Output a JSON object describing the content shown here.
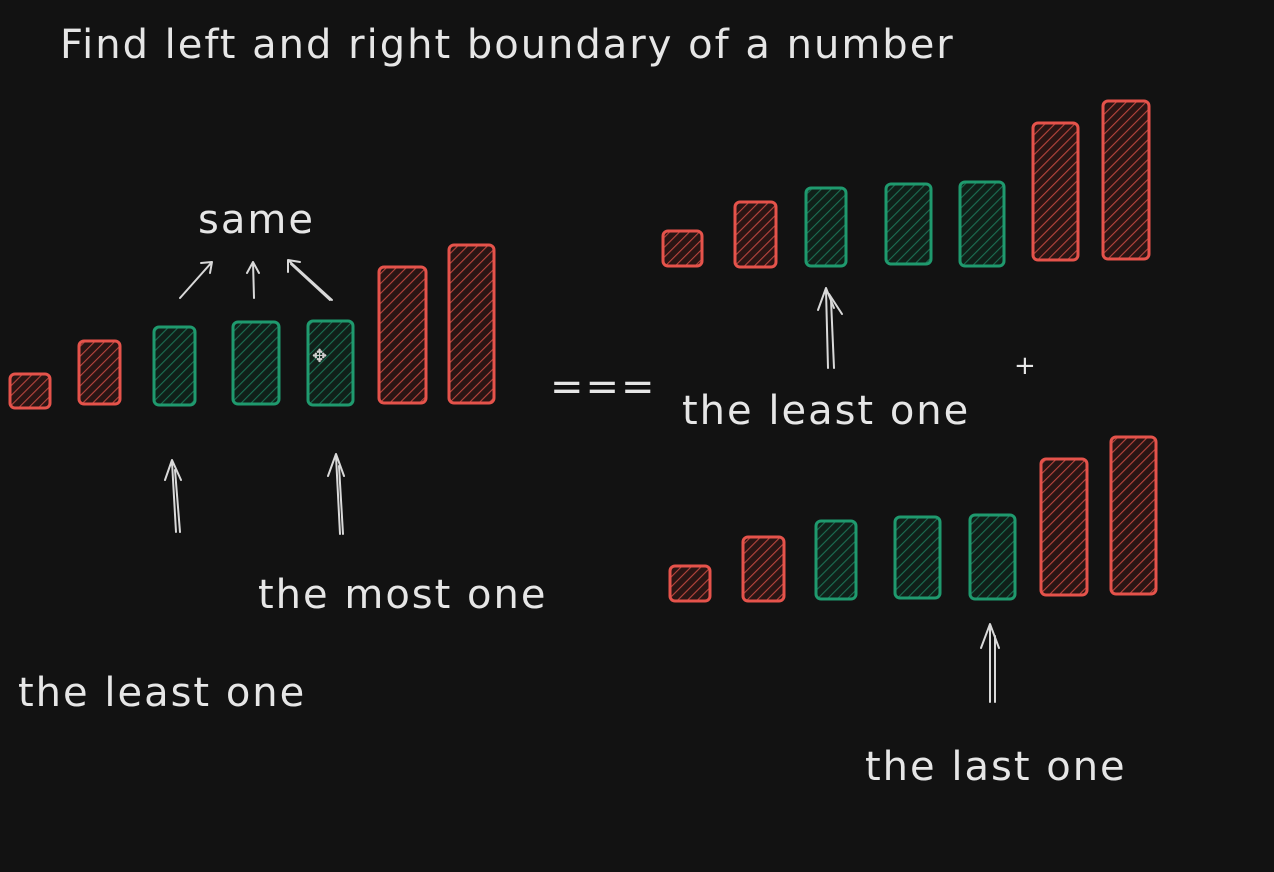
{
  "title": "Find left and right boundary of a number",
  "labels": {
    "same": "same",
    "most_one": "the most one",
    "least_one_left": "the least one",
    "equals": "===",
    "least_one_right": "the least one",
    "plus": "+",
    "last_one": "the last one"
  },
  "colors": {
    "background": "#121212",
    "red": "#e5534b",
    "green": "#1f9a6e",
    "text": "#e6e6e6",
    "arrow": "#d9d9d9"
  },
  "groups": {
    "left": {
      "bars": [
        "red",
        "red",
        "green",
        "green",
        "green",
        "red",
        "red"
      ]
    },
    "top_right": {
      "bars": [
        "red",
        "red",
        "green",
        "green",
        "green",
        "red",
        "red"
      ]
    },
    "bottom_right": {
      "bars": [
        "red",
        "red",
        "green",
        "green",
        "green",
        "red",
        "red"
      ]
    }
  }
}
